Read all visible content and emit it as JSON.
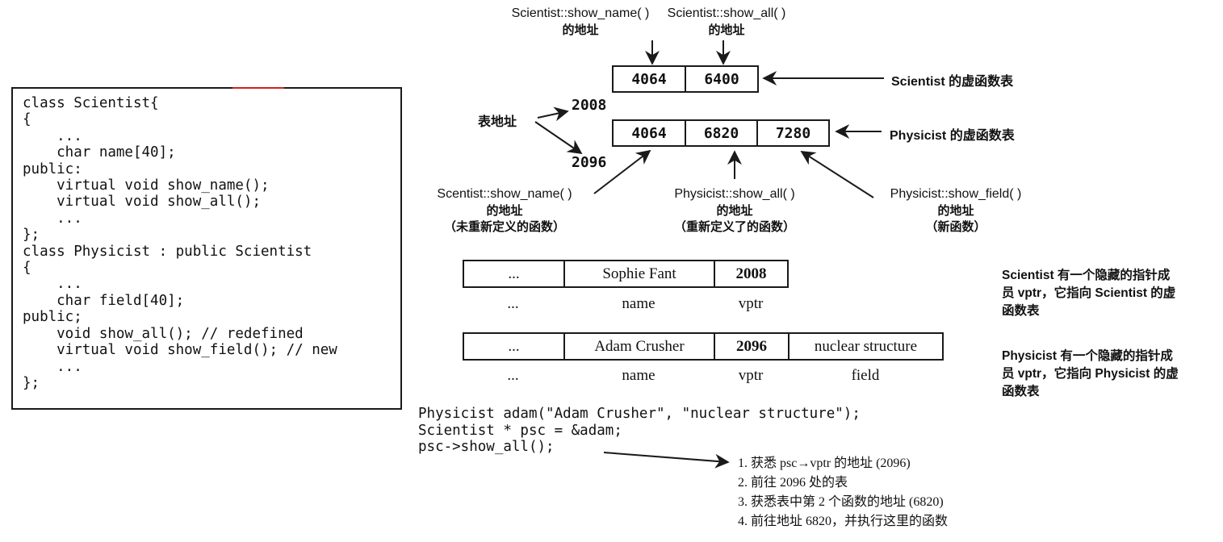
{
  "code_listing": {
    "lines": [
      "class Scientist{",
      "{",
      "    ...",
      "    char name[40];",
      "public:",
      "    virtual void show_name();",
      "    virtual void show_all();",
      "    ...",
      "};",
      "class Physicist : public Scientist",
      "{",
      "    ...",
      "    char field[40];",
      "public;",
      "    void show_all(); // redefined",
      "    virtual void show_field(); // new",
      "    ...",
      "};"
    ]
  },
  "top_labels": {
    "sci_show_name": {
      "fn": "Scientist::show_name( )",
      "desc": "的地址"
    },
    "sci_show_all": {
      "fn": "Scientist::show_all( )",
      "desc": "的地址"
    }
  },
  "vtables": {
    "scientist": {
      "cells": [
        "4064",
        "6400"
      ],
      "label": "Scientist 的虚函数表"
    },
    "physicist": {
      "cells": [
        "4064",
        "6820",
        "7280"
      ],
      "label": "Physicist 的虚函数表"
    }
  },
  "table_address": {
    "label": "表地址",
    "scientist_addr": "2008",
    "physicist_addr": "2096"
  },
  "bottom_labels": {
    "sci_show_name": {
      "fn": "Scentist::show_name( )",
      "desc": "的地址",
      "note": "（未重新定义的函数）"
    },
    "phy_show_all": {
      "fn": "Physicist::show_all( )",
      "desc": "的地址",
      "note": "（重新定义了的函数）"
    },
    "phy_show_field": {
      "fn": "Physicist::show_field( )",
      "desc": "的地址",
      "note": "（新函数）"
    }
  },
  "objects": {
    "scientist": {
      "cells": [
        "...",
        "Sophie Fant",
        "2008"
      ],
      "field_labels": [
        "...",
        "name",
        "vptr"
      ],
      "note": "Scientist 有一个隐藏的指针成员 vptr，它指向 Scientist 的虚函数表",
      "note_lines": [
        "Scientist 有一个隐藏的指针成",
        "员 vptr，它指向 Scientist 的虚",
        "函数表"
      ]
    },
    "physicist": {
      "cells": [
        "...",
        "Adam Crusher",
        "2096",
        "nuclear structure"
      ],
      "field_labels": [
        "...",
        "name",
        "vptr",
        "field"
      ],
      "note": "Physicist 有一个隐藏的指针成员 vptr，它指向 Physicist 的虚函数表",
      "note_lines": [
        "Physicist 有一个隐藏的指针成",
        "员 vptr，它指向 Physicist 的虚",
        "函数表"
      ]
    }
  },
  "usage_code": {
    "lines": [
      "Physicist adam(\"Adam Crusher\", \"nuclear structure\");",
      "Scientist * psc = &adam;",
      "psc->show_all();"
    ]
  },
  "steps": [
    "1. 获悉 psc→vptr 的地址 (2096)",
    "2. 前往 2096 处的表",
    "3. 获悉表中第 2 个函数的地址 (6820)",
    "4. 前往地址 6820，并执行这里的函数"
  ],
  "colors": {
    "ink": "#1a1a1a",
    "accent": "#d0221c",
    "background": "#ffffff"
  }
}
